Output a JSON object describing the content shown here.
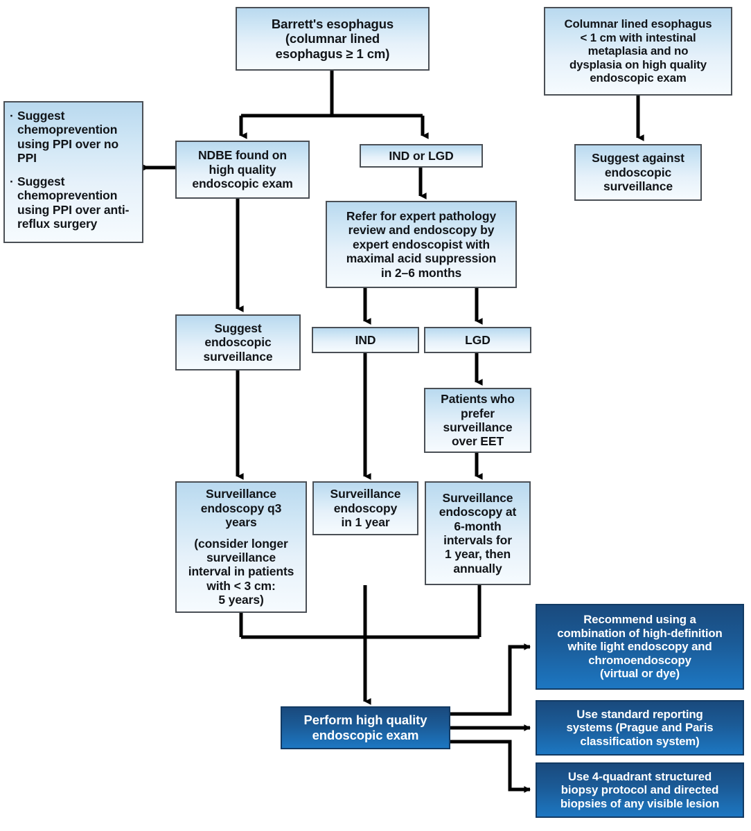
{
  "diagram": {
    "title": "Barrett's esophagus surveillance and management algorithm",
    "palette": {
      "light_box_top": "#b9d9ef",
      "light_box_bottom": "#f6fbfe",
      "light_box_border": "#4a4f55",
      "dark_box_top": "#1a4a7d",
      "dark_box_bottom": "#1d77c2",
      "dark_box_border": "#123a63",
      "connector": "#000000",
      "background": "#ffffff",
      "light_text": "#111418",
      "dark_text": "#ffffff"
    },
    "nodes": {
      "barretts_esophagus": {
        "line1": "Barrett's esophagus",
        "line2": "(columnar lined",
        "line3": "esophagus ≥ 1 cm)"
      },
      "columnar_lined_short": {
        "line1": "Columnar lined esophagus",
        "line2": "< 1 cm with intestinal",
        "line3": "metaplasia and no",
        "line4": "dysplasia on high quality",
        "line5": "endoscopic exam"
      },
      "suggest_against_surveillance": {
        "line1": "Suggest against",
        "line2": "endoscopic",
        "line3": "surveillance"
      },
      "chemoprevention": {
        "bullet1": "Suggest chemoprevention using PPI over no PPI",
        "bullet2": "Suggest chemoprevention using PPI over anti-reflux surgery",
        "marker": "·"
      },
      "ndbe_found": {
        "line1": "NDBE found on",
        "line2": "high quality",
        "line3": "endoscopic exam"
      },
      "ind_or_lgd": {
        "label": "IND or LGD"
      },
      "refer_expert": {
        "line1": "Refer for expert pathology",
        "line2": "review and endoscopy by",
        "line3": "expert endoscopist with",
        "line4": "maximal acid suppression",
        "line5": "in 2–6 months"
      },
      "suggest_surveillance": {
        "line1": "Suggest",
        "line2": "endoscopic",
        "line3": "surveillance"
      },
      "ind": {
        "label": "IND"
      },
      "lgd": {
        "label": "LGD"
      },
      "patients_prefer_surveillance": {
        "line1": "Patients who",
        "line2": "prefer",
        "line3": "surveillance",
        "line4": "over EET"
      },
      "surveillance_q3": {
        "line1": "Surveillance",
        "line2": "endoscopy q3",
        "line3": "years",
        "line4": "(consider longer",
        "line5": "surveillance",
        "line6": "interval in patients",
        "line7": "with < 3 cm:",
        "line8": "5 years)"
      },
      "surveillance_1yr": {
        "line1": "Surveillance",
        "line2": "endoscopy",
        "line3": "in 1 year"
      },
      "surveillance_6mo": {
        "line1": "Surveillance",
        "line2": "endoscopy at",
        "line3": "6-month",
        "line4": "intervals for",
        "line5": "1 year, then",
        "line6": "annually"
      },
      "perform_high_quality": {
        "line1": "Perform high quality",
        "line2": "endoscopic exam"
      },
      "recommend_hd_wle": {
        "line1": "Recommend using a",
        "line2": "combination of high-definition",
        "line3": "white light endoscopy and",
        "line4": "chromoendoscopy",
        "line5": "(virtual or dye)"
      },
      "standard_reporting": {
        "line1": "Use standard reporting",
        "line2": "systems (Prague and Paris",
        "line3": "classification system)"
      },
      "biopsy_protocol": {
        "line1": "Use 4-quadrant structured",
        "line2": "biopsy protocol and directed",
        "line3": "biopsies of any visible lesion"
      }
    }
  }
}
